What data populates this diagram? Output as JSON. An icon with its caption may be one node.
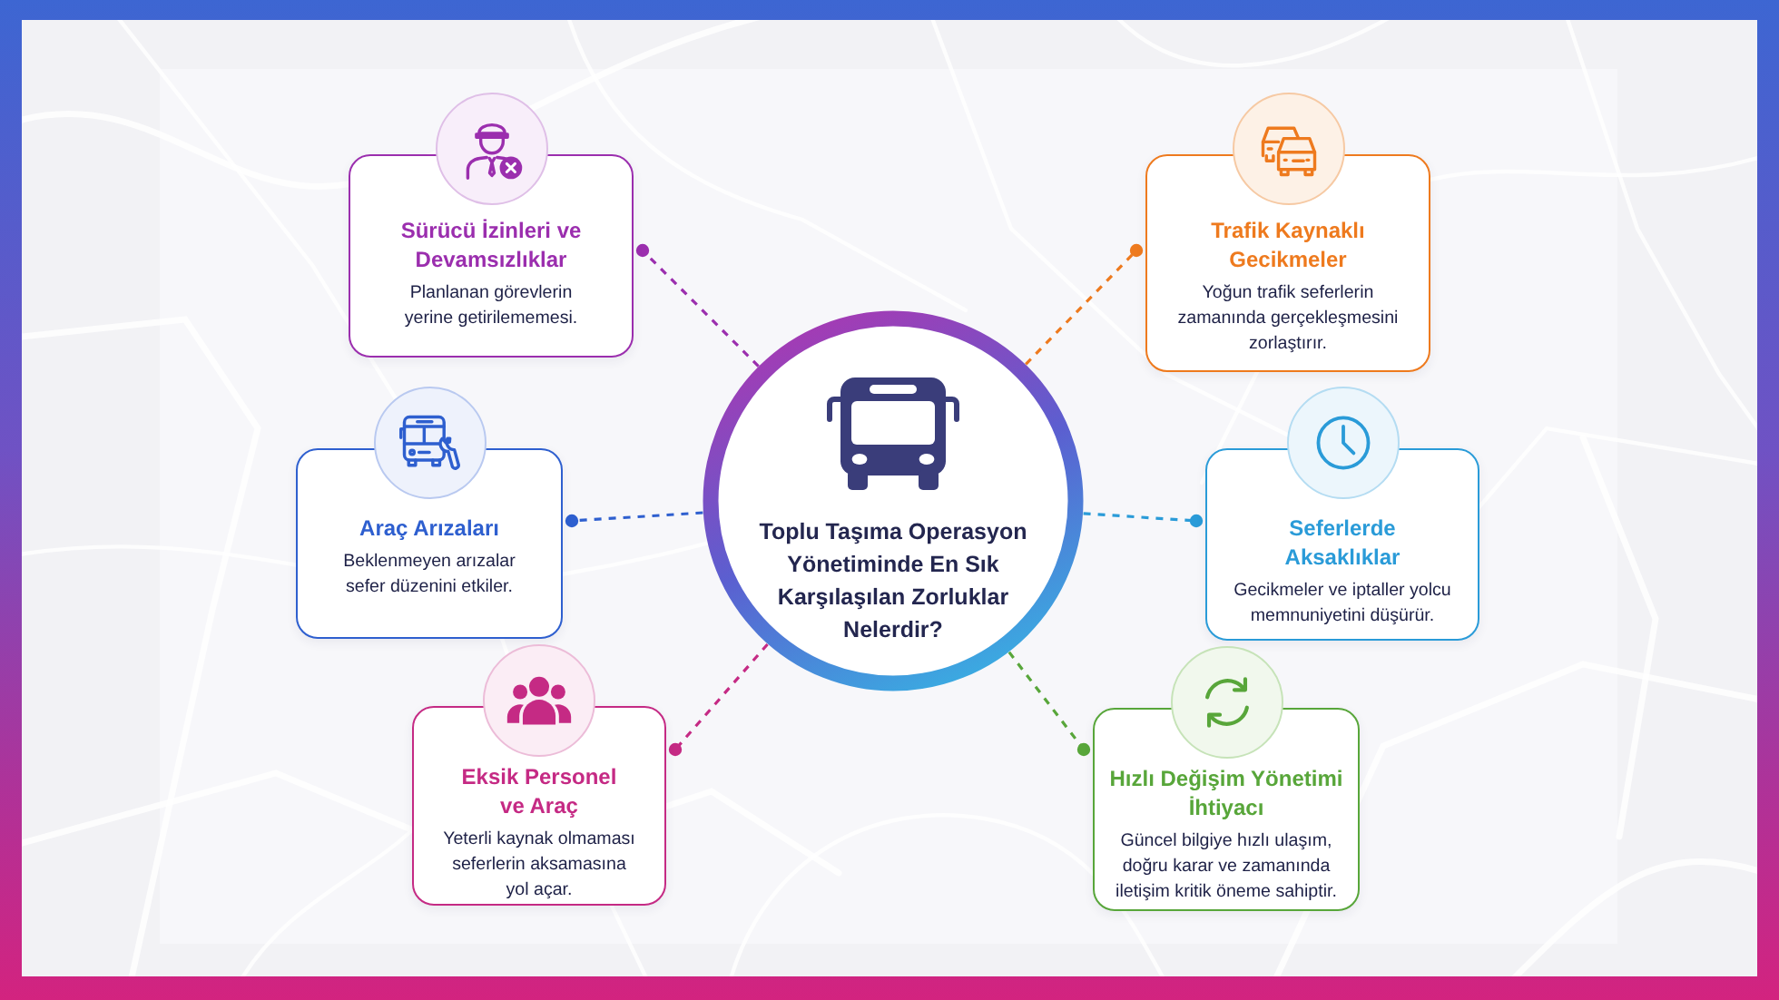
{
  "diagram": {
    "nodes": [
      {
        "text": [
          "Toplu Taşıma Operasyon Yönetiminde En Sık Karşılaşılan Zorluklar Nelerdir?"
        ]
      },
      {
        "text": [
          "Sürücü İzinleri ve Devamsızlıklar",
          "Planlanan görevlerin yerine getirilememesi."
        ]
      },
      {
        "text": [
          "Trafik Kaynaklı Gecikmeler",
          "Yoğun trafik seferlerin zamanında gerçekleşmesini zorlaştırır."
        ]
      },
      {
        "text": [
          "Araç Arızaları",
          "Beklenmeyen arızalar sefer düzenini etkiler."
        ]
      },
      {
        "text": [
          "Seferlerde Aksaklıklar",
          "Gecikmeler ve iptaller yolcu memnuniyetini düşürür."
        ]
      },
      {
        "text": [
          "Eksik Personel ve Araç",
          "Yeterli kaynak olmaması seferlerin aksamasına yol açar."
        ]
      },
      {
        "text": [
          "Hızlı Değişim Yönetimi İhtiyacı",
          "Güncel bilgiye hızlı ulaşım, doğru karar ve zamanında iletişim kritik öneme sahiptir."
        ]
      }
    ],
    "edges": [
      {
        "from": 0,
        "to": 1,
        "arrow": "other",
        "style": "dashed",
        "color": "#9b2eae"
      },
      {
        "from": 0,
        "to": 2,
        "arrow": "other",
        "style": "dashed",
        "color": "#ee7a1e"
      },
      {
        "from": 0,
        "to": 3,
        "arrow": "other",
        "style": "dashed",
        "color": "#2e5fcf"
      },
      {
        "from": 0,
        "to": 4,
        "arrow": "other",
        "style": "dashed",
        "color": "#2a9bd8"
      },
      {
        "from": 0,
        "to": 5,
        "arrow": "other",
        "style": "dashed",
        "color": "#c52a84"
      },
      {
        "from": 0,
        "to": 6,
        "arrow": "other",
        "style": "dashed",
        "color": "#58a63a"
      }
    ]
  }
}
